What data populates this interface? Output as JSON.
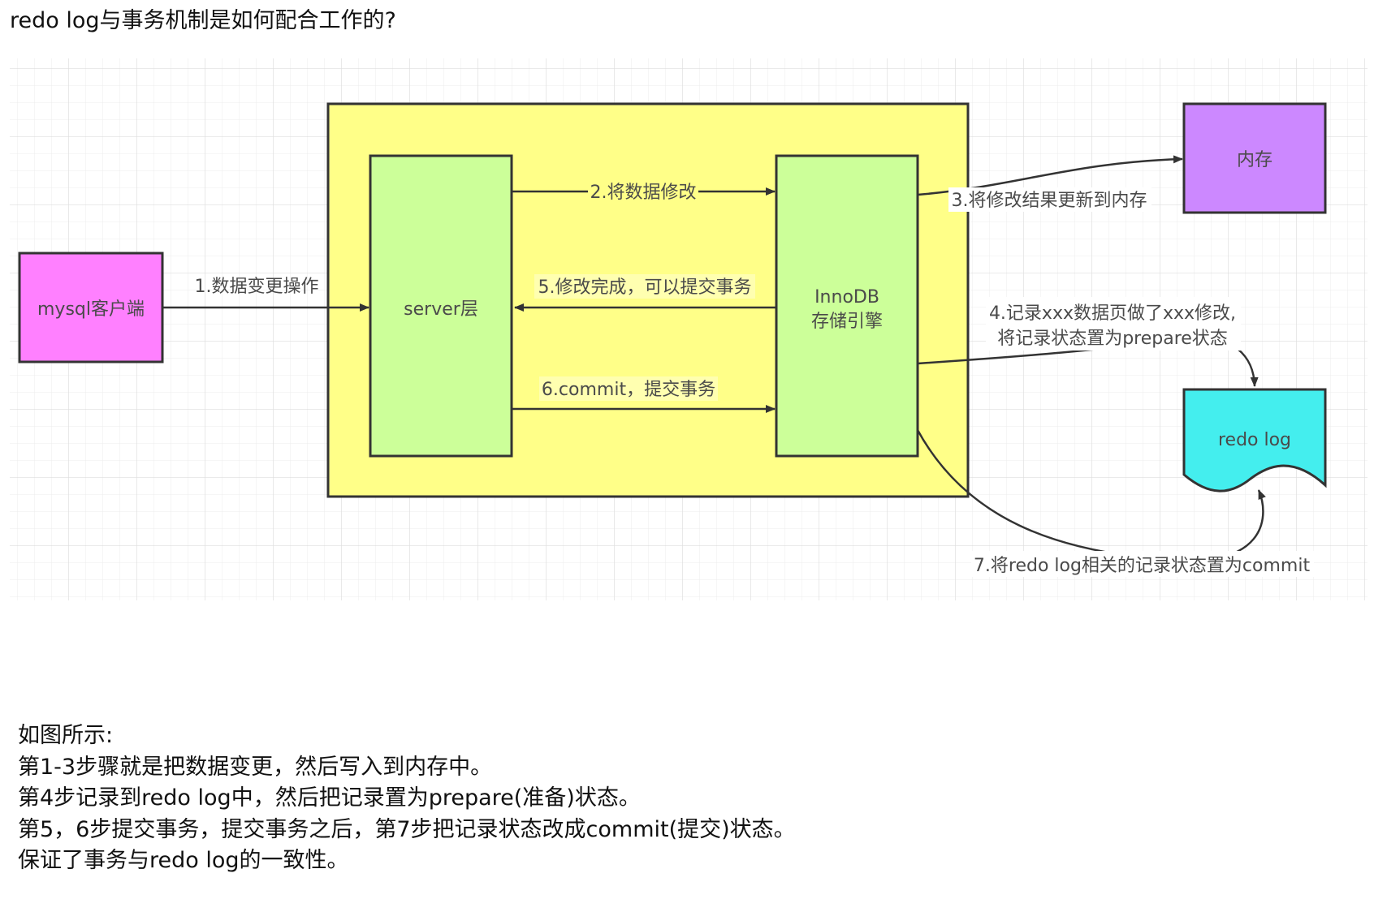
{
  "title": "redo log与事务机制是如何配合工作的?",
  "diagram": {
    "nodes": {
      "client": "mysql客户端",
      "server": "server层",
      "innodb_line1": "InnoDB",
      "innodb_line2": "存储引擎",
      "memory": "内存",
      "redo_log": "redo log"
    },
    "edges": {
      "step1": "1.数据变更操作",
      "step2": "2.将数据修改",
      "step3": "3.将修改结果更新到内存",
      "step4_line1": "4.记录xxx数据页做了xxx修改,",
      "step4_line2": "将记录状态置为prepare状态",
      "step5": "5.修改完成，可以提交事务",
      "step6": "6.commit，提交事务",
      "step7": "7.将redo log相关的记录状态置为commit"
    },
    "colors": {
      "client_fill": "#ff80ff",
      "outer_fill": "#ffff88",
      "layer_fill": "#ccff99",
      "memory_fill": "#cc88ff",
      "redo_fill": "#44eeee",
      "stroke": "#333333"
    }
  },
  "summary": [
    "如图所示:",
    "第1-3步骤就是把数据变更，然后写入到内存中。",
    "第4步记录到redo log中，然后把记录置为prepare(准备)状态。",
    "第5，6步提交事务，提交事务之后，第7步把记录状态改成commit(提交)状态。",
    "保证了事务与redo log的一致性。"
  ]
}
